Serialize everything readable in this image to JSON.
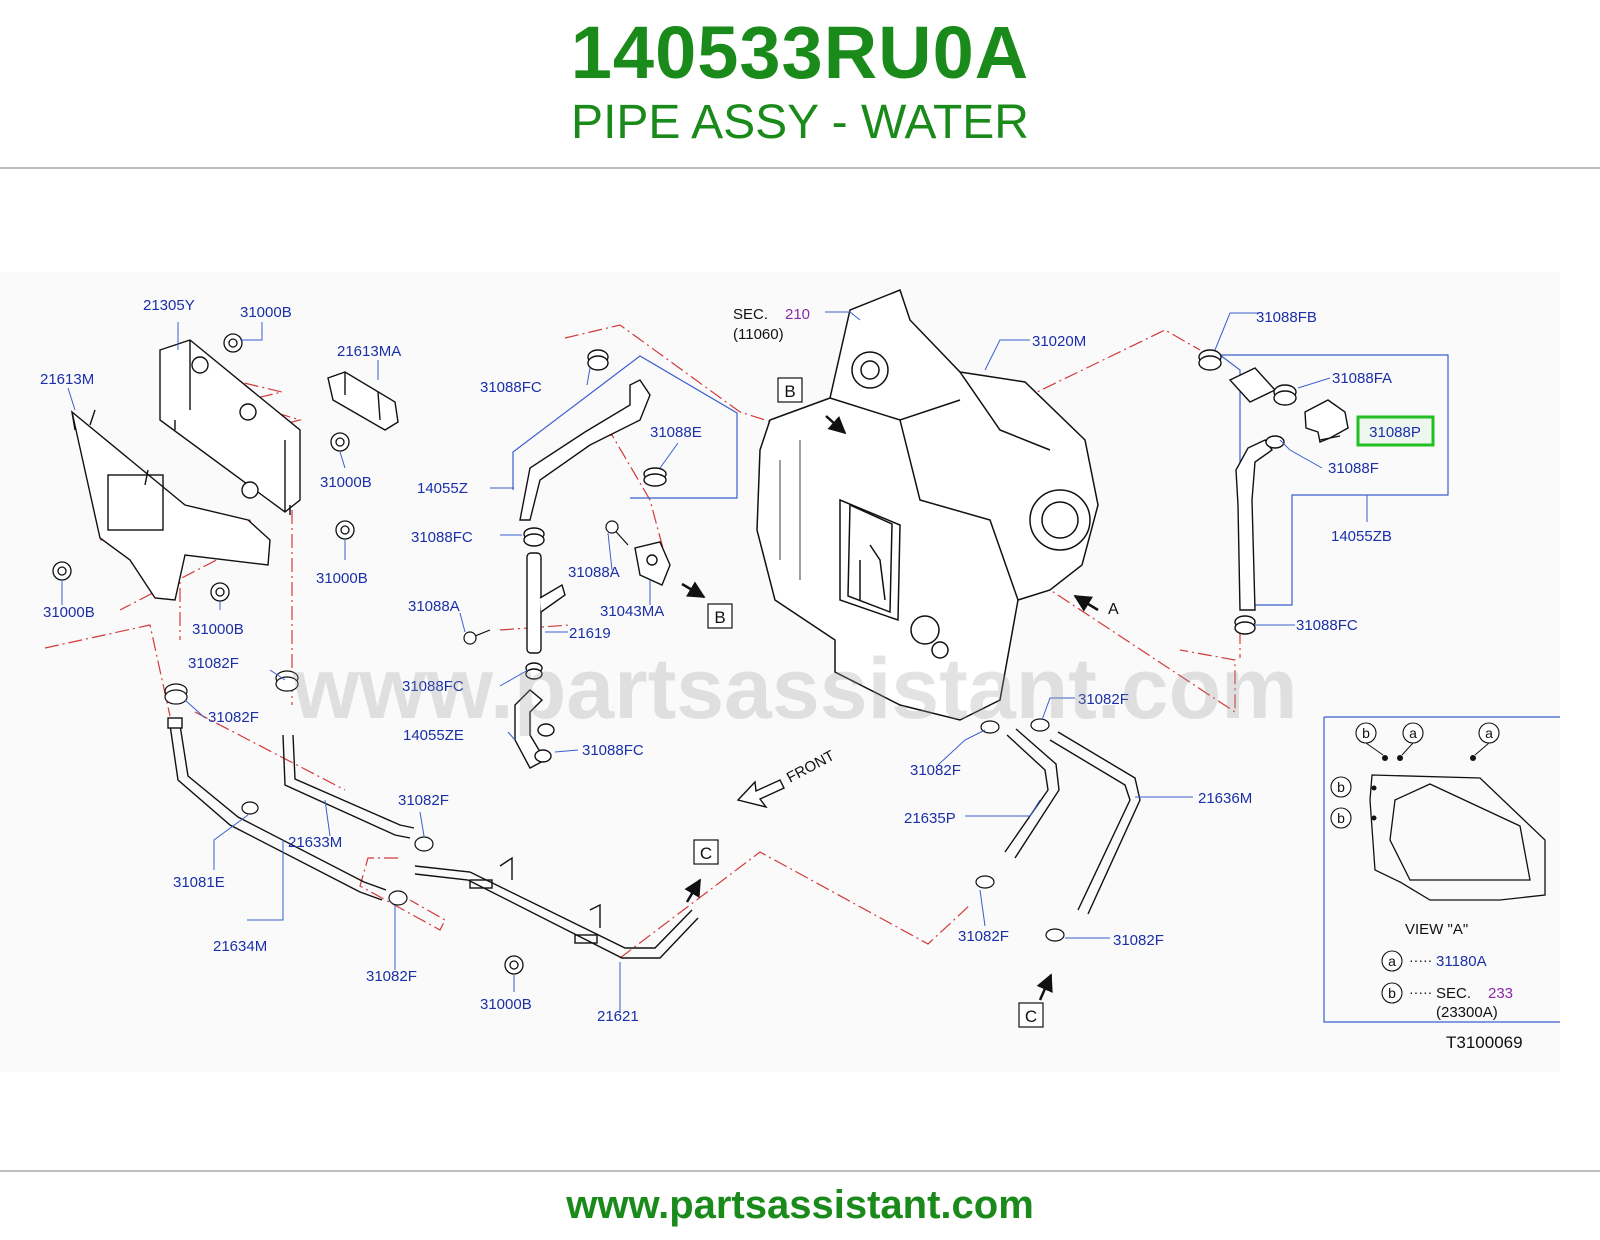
{
  "header": {
    "part_number": "140533RU0A",
    "part_name": "PIPE ASSY - WATER"
  },
  "footer": {
    "website": "www.partsassistant.com"
  },
  "watermark": "www.partsassistant.com",
  "diagram": {
    "drawing_id": "T3100069",
    "highlighted_callout": "31088P",
    "callouts": {
      "c_21305Y": "21305Y",
      "c_31000B_a": "31000B",
      "c_21613M": "21613M",
      "c_21613MA": "21613MA",
      "c_31000B_b": "31000B",
      "c_31000B_c": "31000B",
      "c_31000B_d": "31000B",
      "c_31000B_e": "31000B",
      "c_31082F_a": "31082F",
      "c_31082F_b": "31082F",
      "c_21633M": "21633M",
      "c_31082F_c": "31082F",
      "c_31081E": "31081E",
      "c_21634M": "21634M",
      "c_31082F_d": "31082F",
      "c_31000B_f": "31000B",
      "c_21621": "21621",
      "c_31088FC_a": "31088FC",
      "c_31088E": "31088E",
      "c_14055Z": "14055Z",
      "c_31088FC_b": "31088FC",
      "c_31088A_a": "31088A",
      "c_31043MA": "31043MA",
      "c_31088A_b": "31088A",
      "c_21619": "21619",
      "c_31088FC_c": "31088FC",
      "c_14055ZE": "14055ZE",
      "c_31088FC_d": "31088FC",
      "c_31020M": "31020M",
      "c_31088FB": "31088FB",
      "c_31088FA": "31088FA",
      "c_31088P": "31088P",
      "c_31088F": "31088F",
      "c_14055ZB": "14055ZB",
      "c_31088FC_e": "31088FC",
      "c_31082F_e": "31082F",
      "c_31082F_f": "31082F",
      "c_21635P": "21635P",
      "c_21636M": "21636M",
      "c_31082F_g": "31082F",
      "c_31082F_h": "31082F"
    },
    "sec_top": {
      "label": "SEC.",
      "number": "210",
      "sub": "(11060)"
    },
    "view_refs": {
      "B": "B",
      "C": "C",
      "A": "A"
    },
    "front_label": "FRONT",
    "view_a": {
      "title": "VIEW  \"A\"",
      "marker_a": "a",
      "marker_b": "b",
      "legend_a_value": "31180A",
      "legend_b_label": "SEC.",
      "legend_b_number": "233",
      "legend_b_sub": "(23300A)",
      "leader_dots": "·····"
    },
    "colors": {
      "title_green": "#1a8a1a",
      "callout_blue": "#1a2fa8",
      "section_purple": "#8a2aa8",
      "dash_red": "#d23a3a",
      "highlight_green": "#22c022"
    }
  }
}
